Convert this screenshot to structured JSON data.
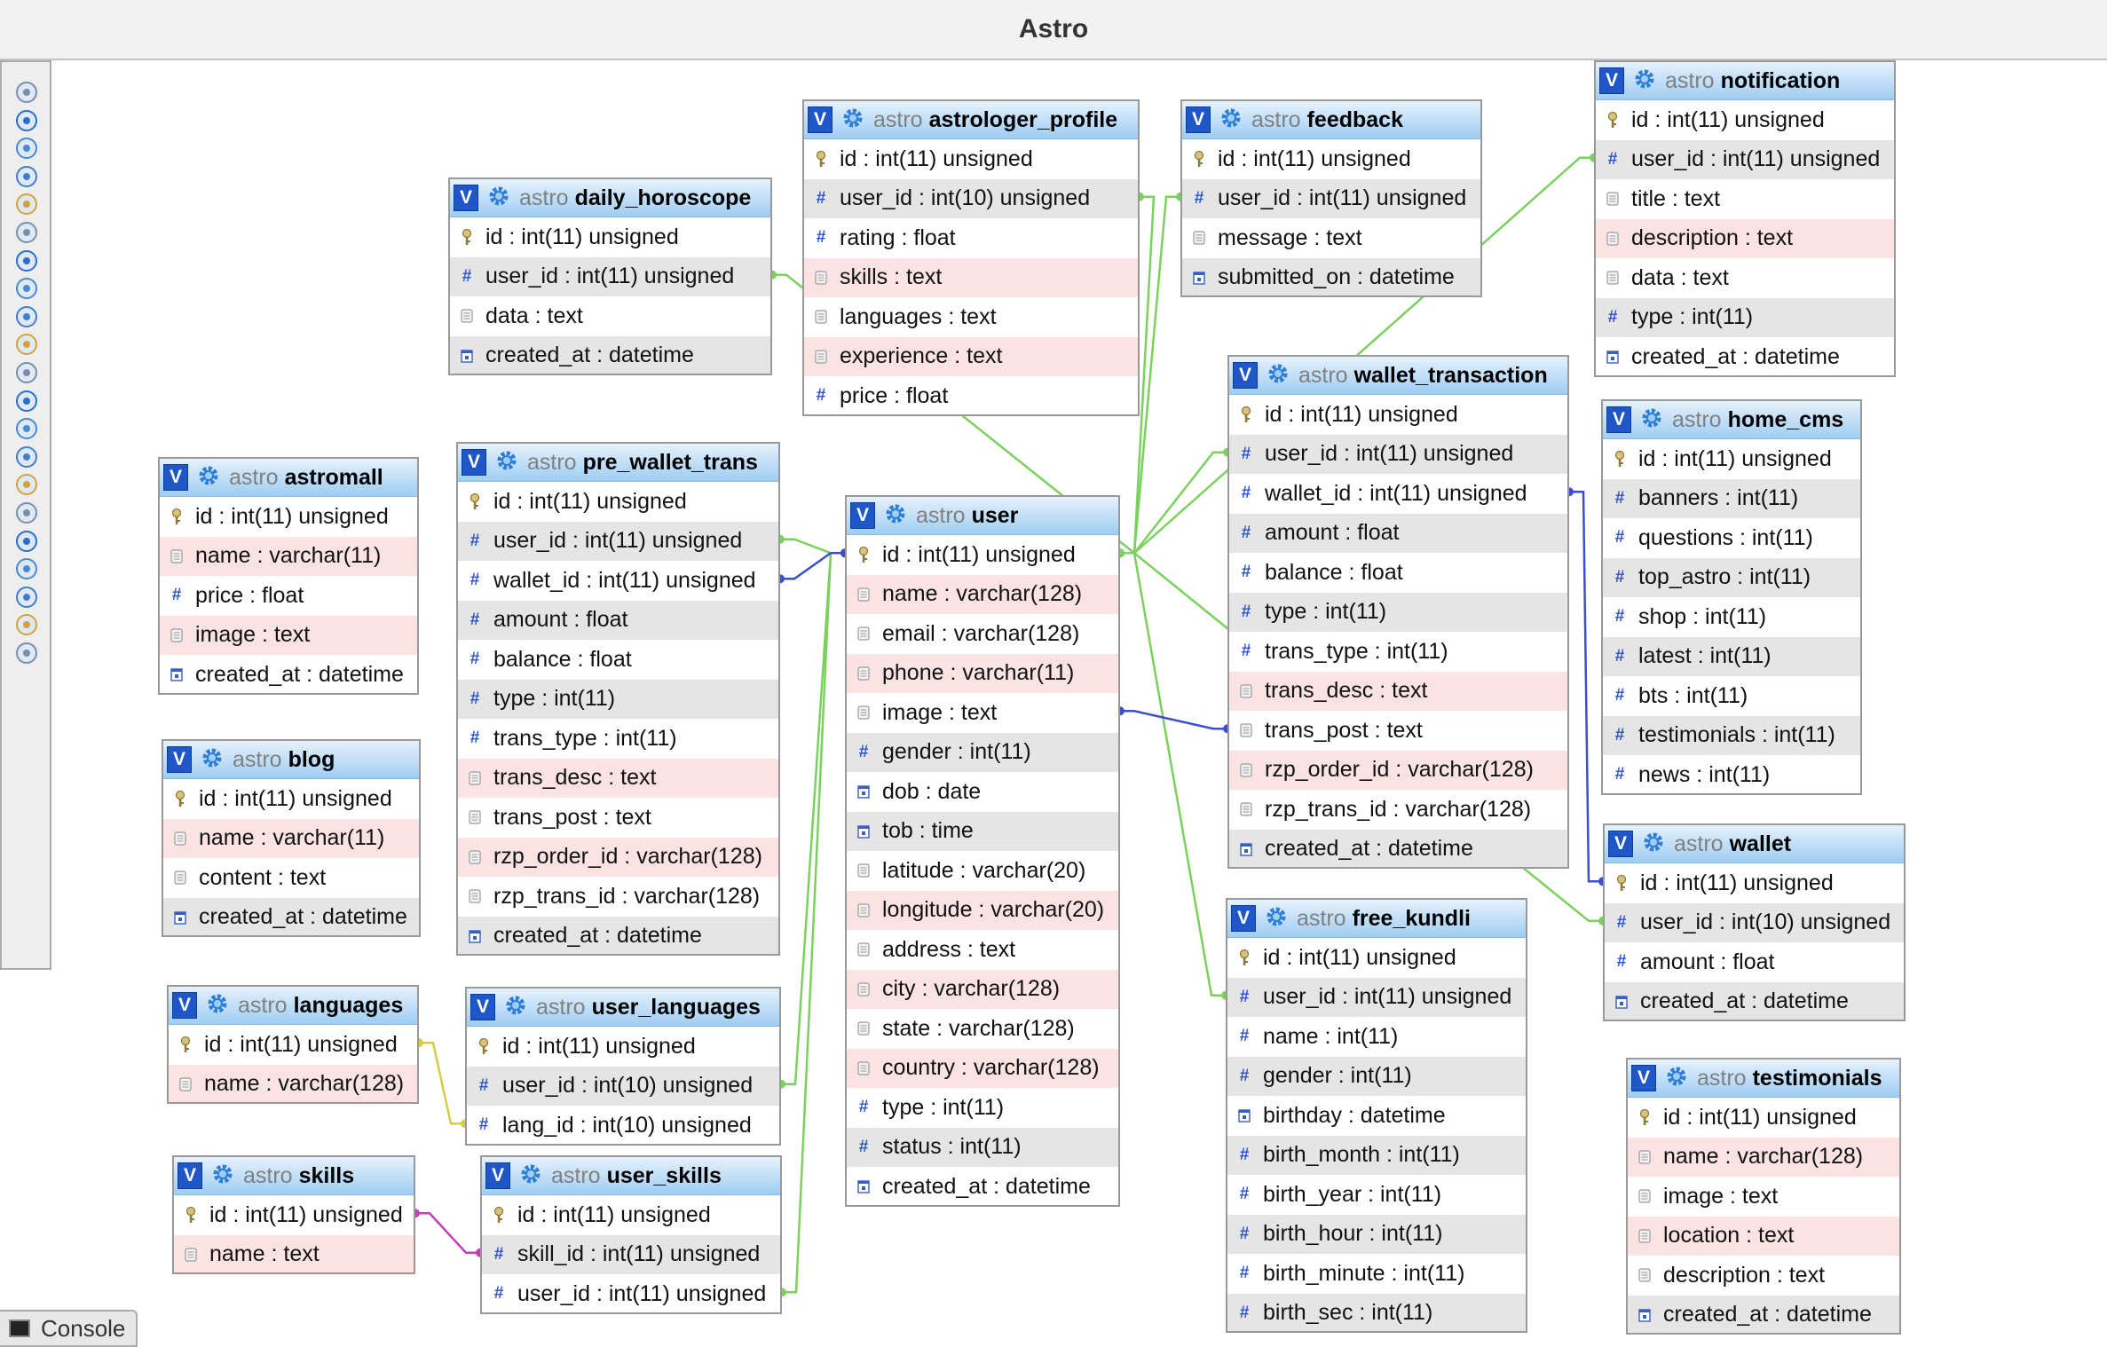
{
  "window": {
    "title": "Astro"
  },
  "console": {
    "label": "Console"
  },
  "toolbar": {
    "icons": [
      "circle-check-icon",
      "fit-screen-icon",
      "new-table-icon",
      "add-page-icon",
      "edit-icon",
      "save-icon",
      "save-as-icon",
      "delete-page-icon",
      "list-icon",
      "relation-icon",
      "toggle-icon",
      "reload-icon",
      "help-icon",
      "arrow-left-icon",
      "move-icon",
      "arrow-down-icon",
      "download-icon",
      "link-icon",
      "export-icon",
      "fast-forward-icon",
      "anchor-icon"
    ]
  },
  "colors": {
    "relation_green": "#7ad15e",
    "relation_blue": "#3b4fd0",
    "relation_yellow": "#d7cd45",
    "relation_magenta": "#c63fb6",
    "header_blue": "#9fcdf3",
    "pk_row": "#fbe3e3",
    "alt_row": "#e5e5e5"
  },
  "tables": [
    {
      "key": "daily_horoscope",
      "schema": "astro",
      "name": "daily_horoscope",
      "columns": [
        {
          "text": "id : int(11) unsigned",
          "icon": "key"
        },
        {
          "text": "user_id : int(11) unsigned",
          "icon": "hash"
        },
        {
          "text": "data : text",
          "icon": "text"
        },
        {
          "text": "created_at : datetime",
          "icon": "date"
        }
      ]
    },
    {
      "key": "astrologer_profile",
      "schema": "astro",
      "name": "astrologer_profile",
      "columns": [
        {
          "text": "id : int(11) unsigned",
          "icon": "key"
        },
        {
          "text": "user_id : int(10) unsigned",
          "icon": "hash"
        },
        {
          "text": "rating : float",
          "icon": "hash"
        },
        {
          "text": "skills : text",
          "icon": "text"
        },
        {
          "text": "languages : text",
          "icon": "text"
        },
        {
          "text": "experience : text",
          "icon": "text"
        },
        {
          "text": "price : float",
          "icon": "hash"
        }
      ]
    },
    {
      "key": "feedback",
      "schema": "astro",
      "name": "feedback",
      "columns": [
        {
          "text": "id : int(11) unsigned",
          "icon": "key"
        },
        {
          "text": "user_id : int(11) unsigned",
          "icon": "hash"
        },
        {
          "text": "message : text",
          "icon": "text"
        },
        {
          "text": "submitted_on : datetime",
          "icon": "date"
        }
      ]
    },
    {
      "key": "notification",
      "schema": "astro",
      "name": "notification",
      "columns": [
        {
          "text": "id : int(11) unsigned",
          "icon": "key"
        },
        {
          "text": "user_id : int(11) unsigned",
          "icon": "hash"
        },
        {
          "text": "title : text",
          "icon": "text"
        },
        {
          "text": "description : text",
          "icon": "text"
        },
        {
          "text": "data : text",
          "icon": "text"
        },
        {
          "text": "type : int(11)",
          "icon": "hash"
        },
        {
          "text": "created_at : datetime",
          "icon": "date"
        }
      ]
    },
    {
      "key": "astromall",
      "schema": "astro",
      "name": "astromall",
      "columns": [
        {
          "text": "id : int(11) unsigned",
          "icon": "key"
        },
        {
          "text": "name : varchar(11)",
          "icon": "text"
        },
        {
          "text": "price : float",
          "icon": "hash"
        },
        {
          "text": "image : text",
          "icon": "text"
        },
        {
          "text": "created_at : datetime",
          "icon": "date"
        }
      ]
    },
    {
      "key": "pre_wallet_trans",
      "schema": "astro",
      "name": "pre_wallet_trans",
      "columns": [
        {
          "text": "id : int(11) unsigned",
          "icon": "key"
        },
        {
          "text": "user_id : int(11) unsigned",
          "icon": "hash"
        },
        {
          "text": "wallet_id : int(11) unsigned",
          "icon": "hash"
        },
        {
          "text": "amount : float",
          "icon": "hash"
        },
        {
          "text": "balance : float",
          "icon": "hash"
        },
        {
          "text": "type : int(11)",
          "icon": "hash"
        },
        {
          "text": "trans_type : int(11)",
          "icon": "hash"
        },
        {
          "text": "trans_desc : text",
          "icon": "text"
        },
        {
          "text": "trans_post : text",
          "icon": "text"
        },
        {
          "text": "rzp_order_id : varchar(128)",
          "icon": "text"
        },
        {
          "text": "rzp_trans_id : varchar(128)",
          "icon": "text"
        },
        {
          "text": "created_at : datetime",
          "icon": "date"
        }
      ]
    },
    {
      "key": "user",
      "schema": "astro",
      "name": "user",
      "columns": [
        {
          "text": "id : int(11) unsigned",
          "icon": "key"
        },
        {
          "text": "name : varchar(128)",
          "icon": "text"
        },
        {
          "text": "email : varchar(128)",
          "icon": "text"
        },
        {
          "text": "phone : varchar(11)",
          "icon": "text"
        },
        {
          "text": "image : text",
          "icon": "text"
        },
        {
          "text": "gender : int(11)",
          "icon": "hash"
        },
        {
          "text": "dob : date",
          "icon": "date"
        },
        {
          "text": "tob : time",
          "icon": "date"
        },
        {
          "text": "latitude : varchar(20)",
          "icon": "text"
        },
        {
          "text": "longitude : varchar(20)",
          "icon": "text"
        },
        {
          "text": "address : text",
          "icon": "text"
        },
        {
          "text": "city : varchar(128)",
          "icon": "text"
        },
        {
          "text": "state : varchar(128)",
          "icon": "text"
        },
        {
          "text": "country : varchar(128)",
          "icon": "text"
        },
        {
          "text": "type : int(11)",
          "icon": "hash"
        },
        {
          "text": "status : int(11)",
          "icon": "hash"
        },
        {
          "text": "created_at : datetime",
          "icon": "date"
        }
      ]
    },
    {
      "key": "wallet_transaction",
      "schema": "astro",
      "name": "wallet_transaction",
      "columns": [
        {
          "text": "id : int(11) unsigned",
          "icon": "key"
        },
        {
          "text": "user_id : int(11) unsigned",
          "icon": "hash"
        },
        {
          "text": "wallet_id : int(11) unsigned",
          "icon": "hash"
        },
        {
          "text": "amount : float",
          "icon": "hash"
        },
        {
          "text": "balance : float",
          "icon": "hash"
        },
        {
          "text": "type : int(11)",
          "icon": "hash"
        },
        {
          "text": "trans_type : int(11)",
          "icon": "hash"
        },
        {
          "text": "trans_desc : text",
          "icon": "text"
        },
        {
          "text": "trans_post : text",
          "icon": "text"
        },
        {
          "text": "rzp_order_id : varchar(128)",
          "icon": "text"
        },
        {
          "text": "rzp_trans_id : varchar(128)",
          "icon": "text"
        },
        {
          "text": "created_at : datetime",
          "icon": "date"
        }
      ]
    },
    {
      "key": "home_cms",
      "schema": "astro",
      "name": "home_cms",
      "columns": [
        {
          "text": "id : int(11) unsigned",
          "icon": "key"
        },
        {
          "text": "banners : int(11)",
          "icon": "hash"
        },
        {
          "text": "questions : int(11)",
          "icon": "hash"
        },
        {
          "text": "top_astro : int(11)",
          "icon": "hash"
        },
        {
          "text": "shop : int(11)",
          "icon": "hash"
        },
        {
          "text": "latest : int(11)",
          "icon": "hash"
        },
        {
          "text": "bts : int(11)",
          "icon": "hash"
        },
        {
          "text": "testimonials : int(11)",
          "icon": "hash"
        },
        {
          "text": "news : int(11)",
          "icon": "hash"
        }
      ]
    },
    {
      "key": "wallet",
      "schema": "astro",
      "name": "wallet",
      "columns": [
        {
          "text": "id : int(11) unsigned",
          "icon": "key"
        },
        {
          "text": "user_id : int(10) unsigned",
          "icon": "hash"
        },
        {
          "text": "amount : float",
          "icon": "hash"
        },
        {
          "text": "created_at : datetime",
          "icon": "date"
        }
      ]
    },
    {
      "key": "blog",
      "schema": "astro",
      "name": "blog",
      "columns": [
        {
          "text": "id : int(11) unsigned",
          "icon": "key"
        },
        {
          "text": "name : varchar(11)",
          "icon": "text"
        },
        {
          "text": "content : text",
          "icon": "text"
        },
        {
          "text": "created_at : datetime",
          "icon": "date"
        }
      ]
    },
    {
      "key": "free_kundli",
      "schema": "astro",
      "name": "free_kundli",
      "columns": [
        {
          "text": "id : int(11) unsigned",
          "icon": "key"
        },
        {
          "text": "user_id : int(11) unsigned",
          "icon": "hash"
        },
        {
          "text": "name : int(11)",
          "icon": "hash"
        },
        {
          "text": "gender : int(11)",
          "icon": "hash"
        },
        {
          "text": "birthday : datetime",
          "icon": "date"
        },
        {
          "text": "birth_month : int(11)",
          "icon": "hash"
        },
        {
          "text": "birth_year : int(11)",
          "icon": "hash"
        },
        {
          "text": "birth_hour : int(11)",
          "icon": "hash"
        },
        {
          "text": "birth_minute : int(11)",
          "icon": "hash"
        },
        {
          "text": "birth_sec : int(11)",
          "icon": "hash"
        }
      ]
    },
    {
      "key": "languages",
      "schema": "astro",
      "name": "languages",
      "columns": [
        {
          "text": "id : int(11) unsigned",
          "icon": "key"
        },
        {
          "text": "name : varchar(128)",
          "icon": "text"
        }
      ]
    },
    {
      "key": "user_languages",
      "schema": "astro",
      "name": "user_languages",
      "columns": [
        {
          "text": "id : int(11) unsigned",
          "icon": "key"
        },
        {
          "text": "user_id : int(10) unsigned",
          "icon": "hash"
        },
        {
          "text": "lang_id : int(10) unsigned",
          "icon": "hash"
        }
      ]
    },
    {
      "key": "testimonials",
      "schema": "astro",
      "name": "testimonials",
      "columns": [
        {
          "text": "id : int(11) unsigned",
          "icon": "key"
        },
        {
          "text": "name : varchar(128)",
          "icon": "text"
        },
        {
          "text": "image : text",
          "icon": "text"
        },
        {
          "text": "location : text",
          "icon": "text"
        },
        {
          "text": "description : text",
          "icon": "text"
        },
        {
          "text": "created_at : datetime",
          "icon": "date"
        }
      ]
    },
    {
      "key": "skills",
      "schema": "astro",
      "name": "skills",
      "columns": [
        {
          "text": "id : int(11) unsigned",
          "icon": "key"
        },
        {
          "text": "name : text",
          "icon": "text"
        }
      ]
    },
    {
      "key": "user_skills",
      "schema": "astro",
      "name": "user_skills",
      "columns": [
        {
          "text": "id : int(11) unsigned",
          "icon": "key"
        },
        {
          "text": "skill_id : int(11) unsigned",
          "icon": "hash"
        },
        {
          "text": "user_id : int(11) unsigned",
          "icon": "hash"
        }
      ]
    }
  ]
}
